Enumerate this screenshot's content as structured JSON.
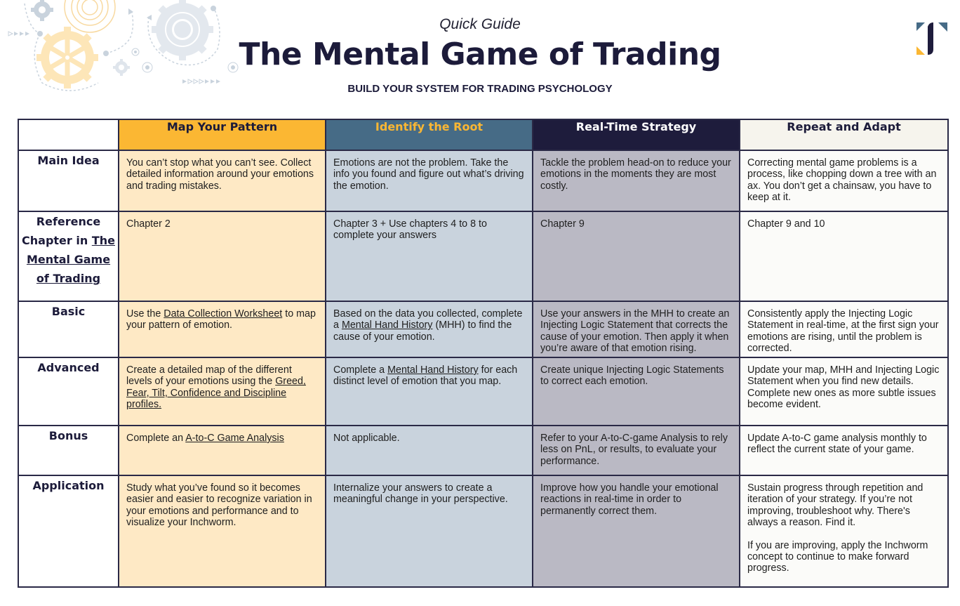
{
  "header": {
    "kicker": "Quick Guide",
    "title": "The Mental Game of Trading",
    "tagline": "BUILD YOUR SYSTEM FOR TRADING PSYCHOLOGY"
  },
  "colors": {
    "navy": "#1c1b3a",
    "gold": "#fbb733",
    "steel_blue": "#466b86",
    "cream": "#f6f4ed"
  },
  "table": {
    "columns": [
      {
        "label": "Map Your Pattern"
      },
      {
        "label": "Identify the Root"
      },
      {
        "label": "Real-Time Strategy"
      },
      {
        "label": "Repeat and Adapt"
      }
    ],
    "rows": [
      {
        "label": "Main Idea",
        "cells": [
          {
            "text": "You can’t stop what you can’t see. Collect detailed information around your emotions and trading mistakes."
          },
          {
            "text": "Emotions are not the problem. Take the info you found and figure out what’s driving the emotion."
          },
          {
            "text": "Tackle the problem head-on to reduce your emotions in the moments they are most costly."
          },
          {
            "text": "Correcting mental game problems is a process, like chopping down a tree with an ax. You don’t get a chainsaw, you have to keep at it."
          }
        ]
      },
      {
        "label_pre": "Reference Chapter in ",
        "label_link": "The Mental Game of Trading",
        "cells": [
          {
            "text": "Chapter 2"
          },
          {
            "text": "Chapter 3 + Use chapters 4 to 8 to complete your answers"
          },
          {
            "text": "Chapter 9"
          },
          {
            "text": "Chapter 9 and 10"
          }
        ]
      },
      {
        "label": "Basic",
        "cells": [
          {
            "pre": "Use the ",
            "link": "Data Collection Worksheet",
            "post": " to map your pattern of emotion."
          },
          {
            "pre": "Based on the data you collected, complete a ",
            "link": "Mental Hand History",
            "post": " (MHH) to find the cause of your emotion."
          },
          {
            "text": "Use your answers in the MHH to create an Injecting Logic Statement that corrects the cause of your emotion. Then apply it when you’re aware of that emotion rising."
          },
          {
            "text": "Consistently apply the Injecting Logic Statement in real-time, at the first sign your emotions are rising, until the problem is corrected."
          }
        ]
      },
      {
        "label": "Advanced",
        "cells": [
          {
            "pre": "Create a detailed map of the different levels of your emotions using the ",
            "link": "Greed, Fear, Tilt, Confidence and Discipline profiles.",
            "post": ""
          },
          {
            "pre": "Complete a ",
            "link": "Mental Hand History",
            "post": " for each distinct level of emotion that you map."
          },
          {
            "text": "Create unique Injecting Logic Statements to correct each emotion."
          },
          {
            "text": "Update your map, MHH and Injecting Logic Statement when you find new details. Complete new ones as more subtle issues become evident."
          }
        ]
      },
      {
        "label": "Bonus",
        "cells": [
          {
            "pre": "Complete an ",
            "link": "A-to-C Game Analysis",
            "post": ""
          },
          {
            "text": "Not applicable."
          },
          {
            "text": "Refer to your A-to-C-game Analysis to rely less on PnL, or results, to evaluate your performance."
          },
          {
            "text": "Update A-to-C game analysis monthly to reflect the current state of your game."
          }
        ]
      },
      {
        "label": "Application",
        "cells": [
          {
            "text": "Study what you’ve found so it becomes easier and easier to recognize variation in your emotions and performance and to visualize your Inchworm."
          },
          {
            "text": "Internalize your answers to create a meaningful change in your perspective."
          },
          {
            "text": "Improve how you handle your emotional reactions in real-time in order to permanently correct them."
          },
          {
            "text": "Sustain progress through repetition and iteration of your strategy.  If you’re not improving, troubleshoot why. There's always a reason. Find it.",
            "text2": "If you are improving, apply the Inchworm concept to continue to make forward progress."
          }
        ]
      }
    ]
  },
  "icons": {
    "decoration": "gears-decoration-icon",
    "logo": "brand-logo-icon"
  }
}
